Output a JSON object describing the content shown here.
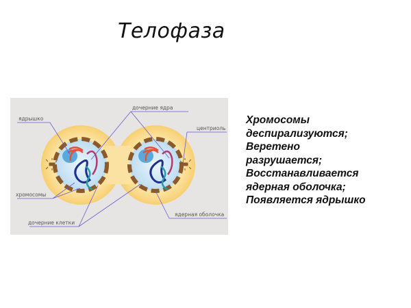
{
  "slide": {
    "title": "Телофаза"
  },
  "diagram": {
    "labels": {
      "nucleolus": "ядрышко",
      "daughter_nuclei": "дочерние ядра",
      "centriole": "центриоль",
      "chromosomes": "хромосомы",
      "nuclear_envelope": "ядерная оболочка",
      "daughter_cells": "дочерние клетки"
    },
    "colors": {
      "background": "#e6e5e3",
      "cytoplasm": "#fbd98a",
      "nucleus": "#cfe6f5",
      "envelope": "#8b5a2b",
      "leader_line": "#6a5acd"
    }
  },
  "description": {
    "lines": [
      "Хромосомы",
      "деспирализуются;",
      "Веретено",
      "разрушается;",
      "Восстанавливается",
      "ядерная оболочка;",
      "Появляется ядрышко"
    ]
  }
}
